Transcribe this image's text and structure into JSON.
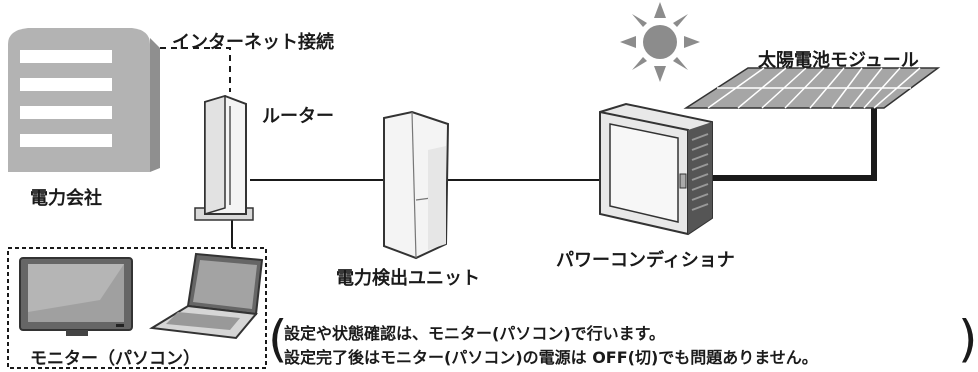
{
  "labels": {
    "internet": "インターネット接続",
    "power_company": "電力会社",
    "router": "ルーター",
    "solar_module": "太陽電池モジュール",
    "power_detector": "電力検出ユニット",
    "power_conditioner": "パワーコンディショナ",
    "monitor_pc": "モニター（パソコン）"
  },
  "note": {
    "line1": "設定や状態確認は、モニター(パソコン)で行います。",
    "line2": "設定完了後はモニター(パソコン)の電源は OFF(切)でも問題ありません。"
  },
  "colors": {
    "building": "#b3b3b3",
    "building_shade": "#8f8f8f",
    "sun": "#8c8c8c",
    "panel": "#a6a6a6",
    "line": "#1a1a1a"
  },
  "icons": [
    "building-icon",
    "sun-icon",
    "router-icon",
    "solar-panel-icon",
    "power-detector-icon",
    "power-conditioner-icon",
    "tv-monitor-icon",
    "laptop-icon"
  ]
}
